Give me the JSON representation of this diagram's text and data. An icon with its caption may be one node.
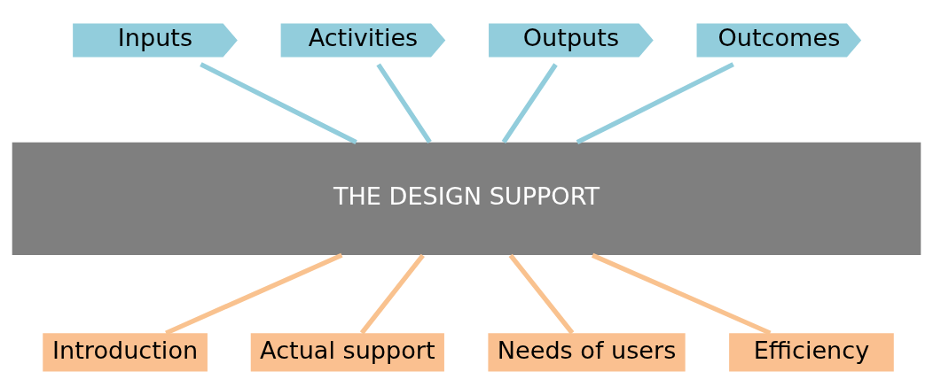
{
  "diagram": {
    "nodes": [
      {
        "text": [
          "Inputs"
        ]
      },
      {
        "text": [
          "Activities"
        ]
      },
      {
        "text": [
          "Outputs"
        ]
      },
      {
        "text": [
          "Outcomes"
        ]
      },
      {
        "text": [
          "THE DESIGN SUPPORT"
        ]
      },
      {
        "text": [
          "Introduction"
        ]
      },
      {
        "text": [
          "Actual support"
        ]
      },
      {
        "text": [
          "Needs of users"
        ]
      },
      {
        "text": [
          "Efficiency"
        ]
      }
    ],
    "edges": [
      {
        "from": 0,
        "to": 4,
        "arrow": "none",
        "color": "#92cddc"
      },
      {
        "from": 1,
        "to": 4,
        "arrow": "none",
        "color": "#92cddc"
      },
      {
        "from": 2,
        "to": 4,
        "arrow": "none",
        "color": "#92cddc"
      },
      {
        "from": 3,
        "to": 4,
        "arrow": "none",
        "color": "#92cddc"
      },
      {
        "from": 4,
        "to": 5,
        "arrow": "none",
        "color": "#f9c28f"
      },
      {
        "from": 4,
        "to": 6,
        "arrow": "none",
        "color": "#f9c28f"
      },
      {
        "from": 4,
        "to": 7,
        "arrow": "none",
        "color": "#f9c28f"
      },
      {
        "from": 4,
        "to": 8,
        "arrow": "none",
        "color": "#f9c28f"
      }
    ]
  }
}
